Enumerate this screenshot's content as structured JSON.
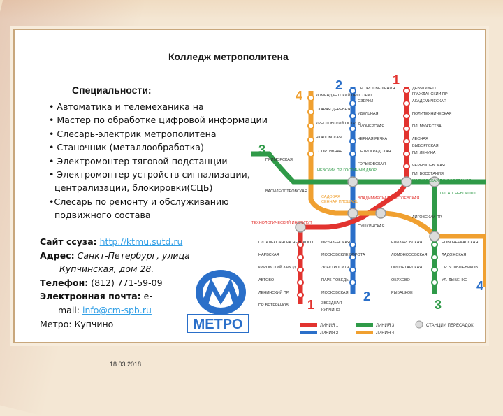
{
  "slide": {
    "title": "Колледж метрополитена",
    "specialties_heading": "Специальности:",
    "specialties": [
      "• Автоматика и телемеханика на",
      "• Мастер по обработке цифровой информации",
      "• Слесарь-электрик метрополитена",
      "• Станочник (металлообработка)",
      "• Электромонтер тяговой подстанции",
      "• Электромонтер устройств сигнализации,",
      "  централизации, блокировки(СЦБ)",
      "•Слесарь по ремонту и обслуживанию",
      "  подвижного состава"
    ],
    "website_label": "Сайт ссуза:",
    "website_url": "http://ktmu.sutd.ru",
    "address_label": "Адрес:",
    "address_line1": "Санкт-Петербург, улица",
    "address_line2": "Купчинская, дом 28.",
    "phone_label": "Телефон:",
    "phone_value": "(812)  771-59-09",
    "email_label": "Электронная почта:",
    "email_value_prefix": "e-",
    "email_value_line2_prefix": "mail:",
    "email_value": "info@cm-spb.ru",
    "metro_label": "Метро: Купчино",
    "date": "18.03.2018",
    "logo_text": "МЕТРО"
  },
  "map": {
    "line_numbers": [
      "1",
      "2",
      "3",
      "4"
    ],
    "line_colors": {
      "1": "#e2332f",
      "2": "#2a6fc9",
      "3": "#2f9a48",
      "4": "#f0a030"
    },
    "line1_stations": [
      "ДЕВЯТКИНО",
      "ГРАЖДАНСКИЙ ПР",
      "АКАДЕМИЧЕСКАЯ",
      "ПОЛИТЕХНИЧЕСКАЯ",
      "ПЛ. МУЖЕСТВА",
      "ЛЕСНАЯ",
      "ВЫБОРГСКАЯ",
      "ПЛ. ЛЕНИНА",
      "ЧЕРНЫШЕВСКАЯ",
      "ПЛ. ВОССТАНИЯ"
    ],
    "line2_stations": [
      "ПР. ПРОСВЕЩЕНИЯ",
      "ОЗЕРКИ",
      "УДЕЛЬНАЯ",
      "ПИОНЕРСКАЯ",
      "ЧЕРНАЯ РЕЧКА",
      "ПЕТРОГРАДСКАЯ",
      "ГОРЬКОВСКАЯ",
      "НЕВСКИЙ ПР.",
      "СЕННАЯ ПЛОЩАДЬ"
    ],
    "line4_stations": [
      "КОМЕНДАНТСКИЙ ПРОСПЕКТ",
      "СТАРАЯ ДЕРЕВНЯ",
      "КРЕСТОВСКИЙ ОСТРОВ",
      "ЧКАЛОВСКАЯ",
      "СПОРТИВНАЯ",
      "САДОВАЯ"
    ],
    "south_left_stations": [
      "ПЛ. АЛЕКСАНДРА НЕВСКОГО",
      "НАРВСКАЯ",
      "КИРОВСКИЙ ЗАВОД",
      "АВТОВО",
      "ЛЕНИНСКИЙ ПР.",
      "ПР. ВЕТЕРАНОВ"
    ],
    "south_mid_stations": [
      "ФРУНЗЕНСКАЯ",
      "МОСКОВСКИЕ ВОРОТА",
      "ЭЛЕКТРОСИЛА",
      "ПАРК ПОБЕДЫ",
      "МОСКОВСКАЯ",
      "ЗВЕЗДНАЯ",
      "КУПЧИНО"
    ],
    "south_right_stations": [
      "ЕЛИЗАРОВСКАЯ",
      "ЛОМОНОСОВСКАЯ",
      "ПРОЛЕТАРСКАЯ",
      "ОБУХОВО",
      "РЫБАЦКОЕ"
    ],
    "east_stations": [
      "НОВОЧЕРКАССКАЯ",
      "ЛАДОЖСКАЯ",
      "ПР. БОЛЬШЕВИКОВ",
      "УЛ. ДЫБЕНКО"
    ],
    "transfer_labels": [
      "НЕВСКИЙ ПР. ГОСТИНЫЙ ДВОР",
      "МАЯКОВСКАЯ ПЛ. ВОССТАНИЯ",
      "ВЛАДИМИРСКАЯ ДОСТОЕВСКАЯ",
      "ТЕХНОЛОГИЧЕСКИЙ ИНСТИТУТ",
      "ПЛ. АЛ. НЕВСКОГО",
      "ЛИГОВСКИЙ ПР.",
      "ПУШКИНСКАЯ",
      "ВАСИЛЕОСТРОВСКАЯ",
      "ПРИМОРСКАЯ",
      "САДОВАЯ",
      "СЕННАЯ ПЛОЩАДЬ"
    ],
    "legend": [
      "ЛИНИЯ 1",
      "ЛИНИЯ 2",
      "ЛИНИЯ 3",
      "ЛИНИЯ 4",
      "СТАНЦИИ ПЕРЕСАДОК"
    ]
  }
}
